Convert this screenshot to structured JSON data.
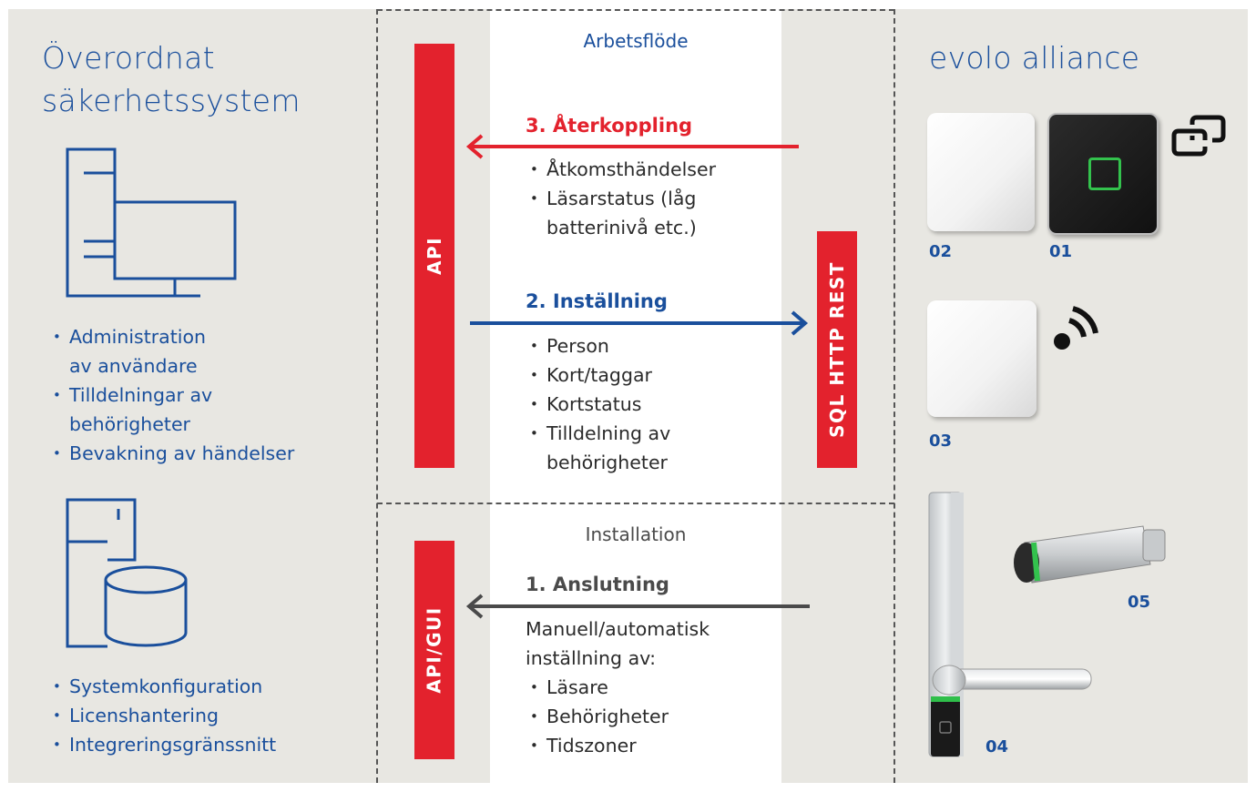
{
  "left": {
    "title_line1": "Överordnat",
    "title_line2": "säkerhetssystem",
    "list1": [
      "Administration",
      "av användare",
      "Tilldelningar av",
      "behörigheter",
      "Bevakning av händelser"
    ],
    "list2": [
      "Systemkonfiguration",
      "Licenshantering",
      "Integreringsgränssnitt"
    ]
  },
  "middle": {
    "workflow_title": "Arbetsflöde",
    "installation_title": "Installation",
    "api_label": "API",
    "sql_label": "SQL HTTP REST",
    "apigui_label": "API/GUI",
    "feedback": {
      "label": "3. Återkoppling",
      "items": [
        "Åtkomsthändelser",
        "Läsarstatus (låg",
        "batterinivå etc.)"
      ]
    },
    "setting": {
      "label": "2. Inställning",
      "items": [
        "Person",
        "Kort/taggar",
        "Kortstatus",
        "Tilldelning av",
        "behörigheter"
      ]
    },
    "connection": {
      "label": "1. Anslutning",
      "intro": [
        "Manuell/automatisk",
        "inställning av:"
      ],
      "items": [
        "Läsare",
        "Behörigheter",
        "Tidszoner"
      ]
    }
  },
  "right": {
    "title": "evolo alliance",
    "labels": {
      "p02": "02",
      "p01": "01",
      "p03": "03",
      "p05": "05",
      "p04": "04"
    }
  },
  "colors": {
    "blue": "#1a4f9c",
    "red": "#e3222d",
    "grey": "#4a4a4a",
    "panel": "#e8e7e2"
  },
  "icons": [
    "server-monitor-icon",
    "database-server-icon",
    "link-icon",
    "wireless-signal-icon"
  ]
}
